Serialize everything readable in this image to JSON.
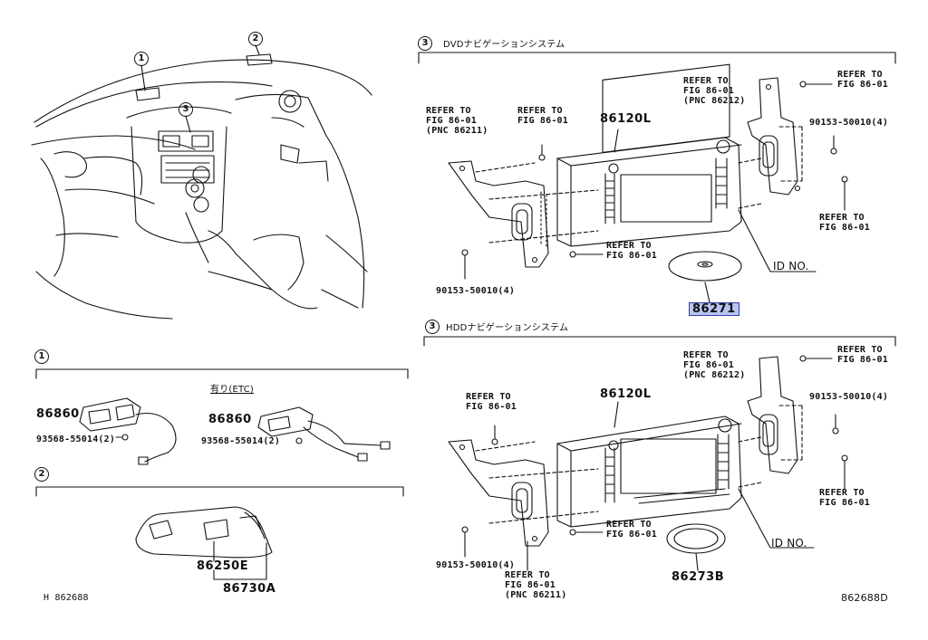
{
  "view": {
    "page_code_left": "H 862688",
    "page_code_right": "862688D",
    "callouts": [
      "1",
      "2",
      "3"
    ]
  },
  "section3_dvd": {
    "number": "3",
    "title": "DVDナビゲーションシステム",
    "ref_left_upper": [
      "REFER TO",
      "FIG 86-01",
      "(PNC 86211)"
    ],
    "ref_mid_upper": [
      "REFER TO",
      "FIG 86-01"
    ],
    "part_main": "86120L",
    "ref_top_right": [
      "REFER TO",
      "FIG 86-01",
      "(PNC 86212)"
    ],
    "ref_far_right": [
      "REFER TO",
      "FIG 86-01"
    ],
    "screw_right": "90153-50010(4)",
    "ref_right_lower": [
      "REFER TO",
      "FIG 86-01"
    ],
    "ref_bottom_mid": [
      "REFER TO",
      "FIG 86-01"
    ],
    "screw_left": "90153-50010(4)",
    "id_label": "ID NO.",
    "disc_part": "86271"
  },
  "section3_hdd": {
    "number": "3",
    "title": "HDDナビゲーションシステム",
    "ref_top_right": [
      "REFER TO",
      "FIG 86-01",
      "(PNC 86212)"
    ],
    "ref_far_right": [
      "REFER TO",
      "FIG 86-01"
    ],
    "ref_left_upper": [
      "REFER TO",
      "FIG 86-01"
    ],
    "part_main": "86120L",
    "screw_right": "90153-50010(4)",
    "ref_right_lower": [
      "REFER TO",
      "FIG 86-01"
    ],
    "ref_bottom_mid": [
      "REFER TO",
      "FIG 86-01"
    ],
    "screw_left": "90153-50010(4)",
    "ref_bottom_left": [
      "REFER TO",
      "FIG 86-01",
      "(PNC 86211)"
    ],
    "id_label": "ID NO.",
    "ring_part": "86273B"
  },
  "section1": {
    "number": "1",
    "etc_label": "有り(ETC)",
    "part_a": "86860",
    "screw_a": "93568-55014(2)",
    "part_b": "86860",
    "screw_b": "93568-55014(2)"
  },
  "section2": {
    "number": "2",
    "part_a": "86250E",
    "part_b": "86730A"
  }
}
